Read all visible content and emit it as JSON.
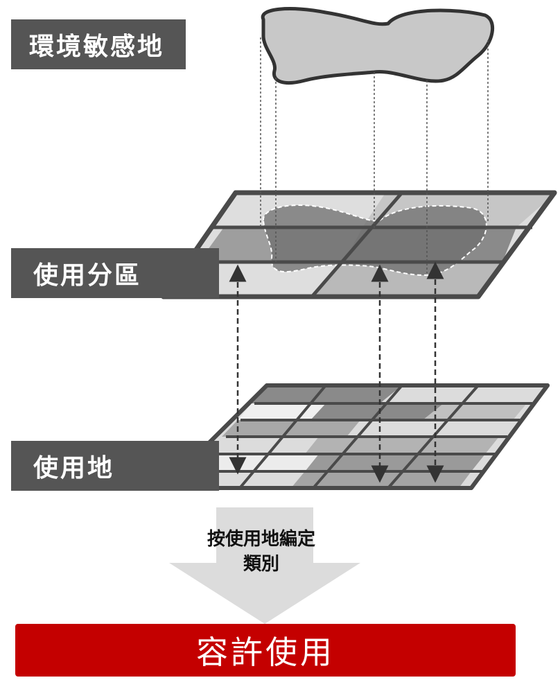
{
  "labels": {
    "environment": "環境敏感地",
    "zoning": "使用分區",
    "land_use": "使用地"
  },
  "arrow_caption": {
    "line1": "按使用地編定",
    "line2": "類別"
  },
  "result": "容許使用",
  "colors": {
    "label_bg": "#555555",
    "result_bg": "#c40000",
    "layer_border": "#4a4a4a",
    "arrow_fill": "#dcdcdc",
    "blob_fill": "#c8c8c8"
  }
}
